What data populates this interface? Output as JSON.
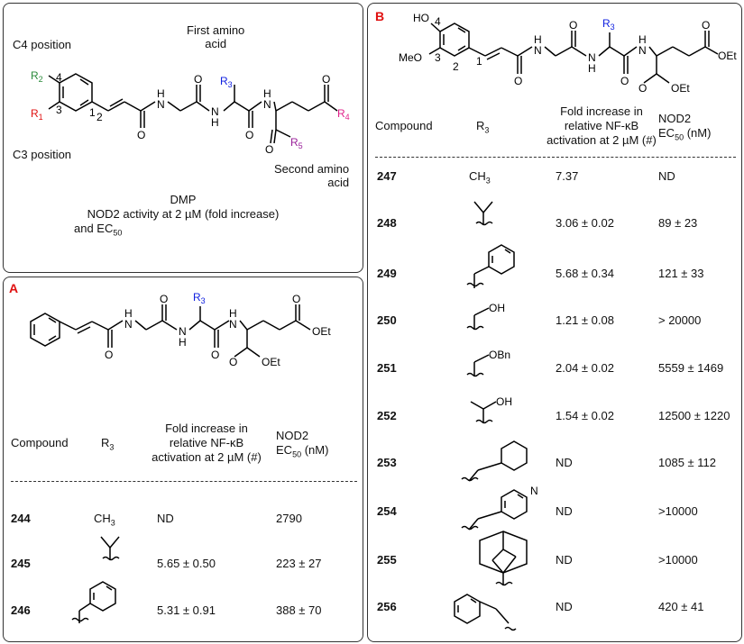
{
  "top_panel": {
    "c4_position": "C4 position",
    "c3_position": "C3 position",
    "first_amino_acid": "First amino\nacid",
    "second_amino_acid": "Second amino\nacid",
    "dmp": "DMP",
    "nod2_activity": "NOD2 activity at 2 µM (fold increase)",
    "and_ec": "and EC",
    "ec_sub": "50",
    "atoms": {
      "r2": "R",
      "r2_sub": "2",
      "r1": "R",
      "r1_sub": "1",
      "r3": "R",
      "r3_sub": "3",
      "r4": "R",
      "r4_sub": "4",
      "r5": "R",
      "r5_sub": "5",
      "n": "N",
      "h": "H",
      "o": "O",
      "num4": "4",
      "num3": "3",
      "num2": "2",
      "num1": "1"
    },
    "colors": {
      "r2": "#2a8a3a",
      "r1": "#e01010",
      "r3": "#1020e0",
      "r4": "#e0208a",
      "r5": "#9a209a"
    }
  },
  "panel_a": {
    "label": "A",
    "atoms": {
      "r3": "R",
      "r3_sub": "3",
      "oet": "OEt"
    },
    "headers": {
      "compound": "Compound",
      "r3": "R",
      "r3_sub": "3",
      "fold": "Fold increase in\nrelative NF-κB\nactivation at 2 µM (#)",
      "nod2": "NOD2",
      "ec": "EC",
      "ec_sub": "50",
      "ec_unit": " (nM)"
    },
    "rows": [
      {
        "compound": "244",
        "r3": "CH3",
        "fold": "ND",
        "ec50": "2790"
      },
      {
        "compound": "245",
        "r3": "isopropyl",
        "fold": "5.65 ± 0.50",
        "ec50": "223 ± 27"
      },
      {
        "compound": "246",
        "r3": "benzyl",
        "fold": "5.31 ± 0.91",
        "ec50": "388 ± 70"
      }
    ]
  },
  "panel_b": {
    "label": "B",
    "atoms": {
      "ho": "HO",
      "meo": "MeO",
      "num4": "4",
      "num3": "3",
      "num2": "2",
      "num1": "1",
      "r3": "R",
      "r3_sub": "3",
      "oet": "OEt"
    },
    "headers": {
      "compound": "Compound",
      "r3": "R",
      "r3_sub": "3",
      "fold": "Fold increase in\nrelative NF-κB\nactivation at 2 µM (#)",
      "nod2": "NOD2",
      "ec": "EC",
      "ec_sub": "50",
      "ec_unit": " (nM)"
    },
    "rows": [
      {
        "compound": "247",
        "r3": "CH3",
        "fold": "7.37",
        "ec50": "ND"
      },
      {
        "compound": "248",
        "r3": "isopropyl",
        "fold": "3.06 ± 0.02",
        "ec50": "89 ± 23"
      },
      {
        "compound": "249",
        "r3": "benzyl",
        "fold": "5.68 ± 0.34",
        "ec50": "121 ± 33"
      },
      {
        "compound": "250",
        "r3": "hydroxymethyl",
        "fold": "1.21 ± 0.08",
        "ec50": "> 20000"
      },
      {
        "compound": "251",
        "r3": "benzyloxymethyl",
        "fold": "2.04 ± 0.02",
        "ec50": "5559 ± 1469"
      },
      {
        "compound": "252",
        "r3": "1-hydroxyethyl",
        "fold": "1.54 ± 0.02",
        "ec50": "12500 ± 1220"
      },
      {
        "compound": "253",
        "r3": "cyclohexylmethyl",
        "fold": "ND",
        "ec50": "1085 ± 112"
      },
      {
        "compound": "254",
        "r3": "pyridylmethyl",
        "fold": "ND",
        "ec50": ">10000"
      },
      {
        "compound": "255",
        "r3": "adamantyl",
        "fold": "ND",
        "ec50": ">10000"
      },
      {
        "compound": "256",
        "r3": "phenethyl",
        "fold": "ND",
        "ec50": "420 ± 41"
      }
    ],
    "substituent_text": {
      "ch": "CH",
      "ch_sub": "3",
      "oh": "OH",
      "obn": "OBn",
      "n": "N"
    }
  }
}
